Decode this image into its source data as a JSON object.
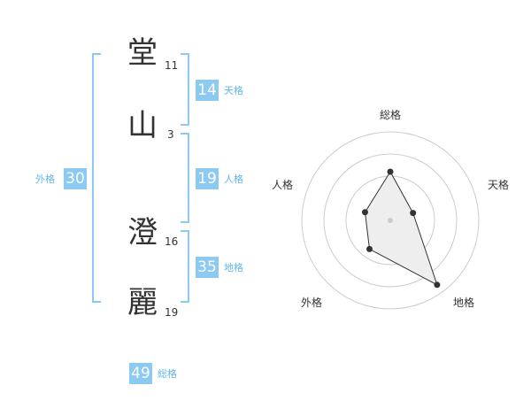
{
  "name": {
    "chars": [
      {
        "char": "堂",
        "strokes": "11"
      },
      {
        "char": "山",
        "strokes": "3"
      },
      {
        "char": "澄",
        "strokes": "16"
      },
      {
        "char": "麗",
        "strokes": "19"
      }
    ]
  },
  "fortunes": {
    "tenkaku": {
      "value": "14",
      "label": "天格"
    },
    "jinkaku": {
      "value": "19",
      "label": "人格"
    },
    "chikaku": {
      "value": "35",
      "label": "地格"
    },
    "gaikaku": {
      "value": "30",
      "label": "外格"
    },
    "soukaku": {
      "value": "49",
      "label": "総格"
    }
  },
  "chart_data": {
    "type": "radar",
    "axes": [
      "総格",
      "天格",
      "地格",
      "外格",
      "人格"
    ],
    "values": [
      0.55,
      0.27,
      0.9,
      0.4,
      0.3
    ],
    "rings": 4,
    "colors": {
      "fill": "#eeeeee",
      "line": "#333333",
      "ring": "#cccccc",
      "accent": "#8ccaf2"
    }
  }
}
